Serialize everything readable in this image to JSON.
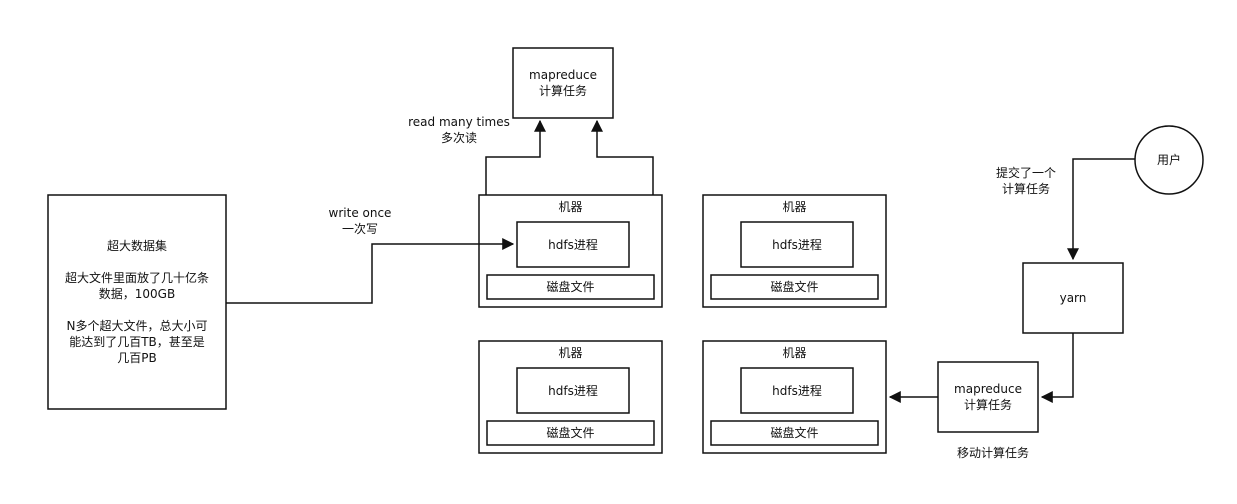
{
  "dataset": {
    "title": "超大数据集",
    "line1": "超大文件里面放了几十亿条",
    "line2": "数据，100GB",
    "line3": "N多个超大文件，总大小可",
    "line4": "能达到了几百TB，甚至是",
    "line5": "几百PB"
  },
  "write_label": {
    "line1": "write once",
    "line2": "一次写"
  },
  "read_label": {
    "line1": "read many times",
    "line2": "多次读"
  },
  "mapreduce_top": {
    "line1": "mapreduce",
    "line2": "计算任务"
  },
  "machines": [
    {
      "title": "机器",
      "process": "hdfs进程",
      "disk": "磁盘文件"
    },
    {
      "title": "机器",
      "process": "hdfs进程",
      "disk": "磁盘文件"
    },
    {
      "title": "机器",
      "process": "hdfs进程",
      "disk": "磁盘文件"
    },
    {
      "title": "机器",
      "process": "hdfs进程",
      "disk": "磁盘文件"
    }
  ],
  "user": {
    "label": "用户"
  },
  "submit_label": {
    "line1": "提交了一个",
    "line2": "计算任务"
  },
  "yarn": {
    "label": "yarn"
  },
  "mapreduce_bottom": {
    "line1": "mapreduce",
    "line2": "计算任务"
  },
  "move_label": "移动计算任务"
}
